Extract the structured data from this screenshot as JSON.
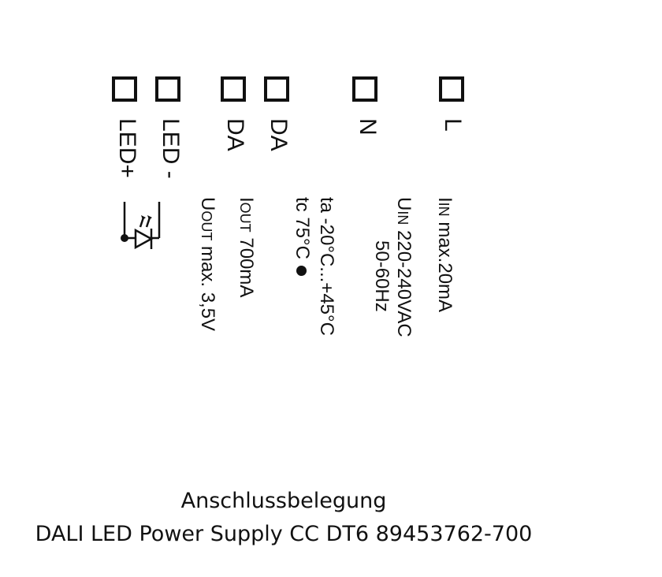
{
  "terminals": [
    {
      "id": "led-plus",
      "label": "LED+"
    },
    {
      "id": "led-minus",
      "label": "LED -"
    },
    {
      "id": "da1",
      "label": "DA"
    },
    {
      "id": "da2",
      "label": "DA"
    },
    {
      "id": "n",
      "label": "N"
    },
    {
      "id": "l",
      "label": "L"
    }
  ],
  "specs": {
    "iin": {
      "sym": "I",
      "sub": "IN",
      "text": " max.20mA"
    },
    "uin": {
      "sym": "U",
      "sub": "IN",
      "text": " 220-240VAC",
      "line2": "50-60Hz"
    },
    "ta": {
      "text": "ta -20°C...+45°C"
    },
    "tc": {
      "text": "tc 75°C"
    },
    "iout": {
      "sym": "I",
      "sub": "OUT",
      "text": " 700mA"
    },
    "uout": {
      "sym": "U",
      "sub": "OUT",
      "text": " max. 3,5V"
    }
  },
  "icons": {
    "led": "led-diode-symbol",
    "tc_point": "filled-dot"
  },
  "caption": {
    "line1": "Anschlussbelegung",
    "line2": "DALI LED Power Supply CC DT6 89453762-700"
  }
}
